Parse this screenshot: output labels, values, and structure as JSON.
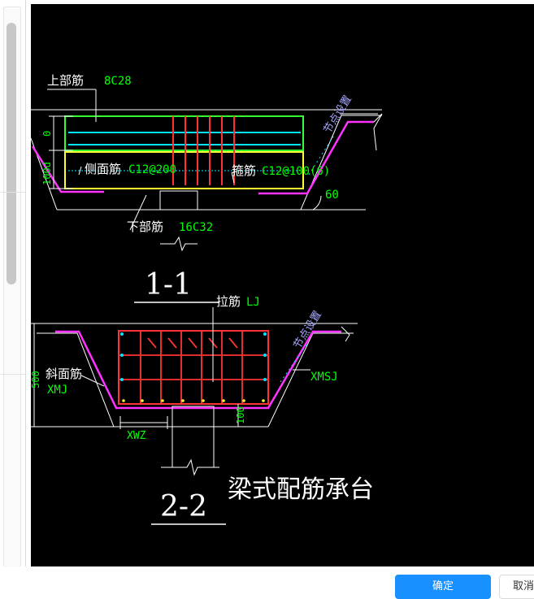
{
  "colors": {
    "canvas": "#000000",
    "label": "#ffffff",
    "value": "#00ff00",
    "rebar_main": "#ff3333",
    "rebar_cyan": "#00e5ff",
    "outline_green": "#33ff33",
    "outline_yellow": "#ffff33",
    "outline_magenta": "#ff33ff",
    "node_text": "#a8a8ff",
    "button_blue": "#1890ff"
  },
  "section_1": {
    "title": "1-1",
    "top_bar_label": "上部筋",
    "top_bar_value": "8C28",
    "side_bar_label": "侧面筋",
    "side_bar_value": "C12@200",
    "stirrup_label": "箍筋",
    "stirrup_value": "C12@100(6)",
    "bottom_bar_label": "下部筋",
    "bottom_bar_value": "16C32",
    "node_note": "节点设置",
    "angle_value": "60",
    "dim_top": "0",
    "dim_side": "100d"
  },
  "section_2": {
    "title": "2-2",
    "tie_label": "拉筋",
    "tie_value": "LJ",
    "slope_label": "斜面筋",
    "slope_value": "XMJ",
    "xwz_value": "XWZ",
    "xmsj_value": "XMSJ",
    "node_note": "节点设置",
    "dim_height": "500",
    "dim_bottom": "100"
  },
  "main_title": "梁式配筋承台",
  "buttons": {
    "confirm": "确定",
    "cancel": "取消"
  }
}
